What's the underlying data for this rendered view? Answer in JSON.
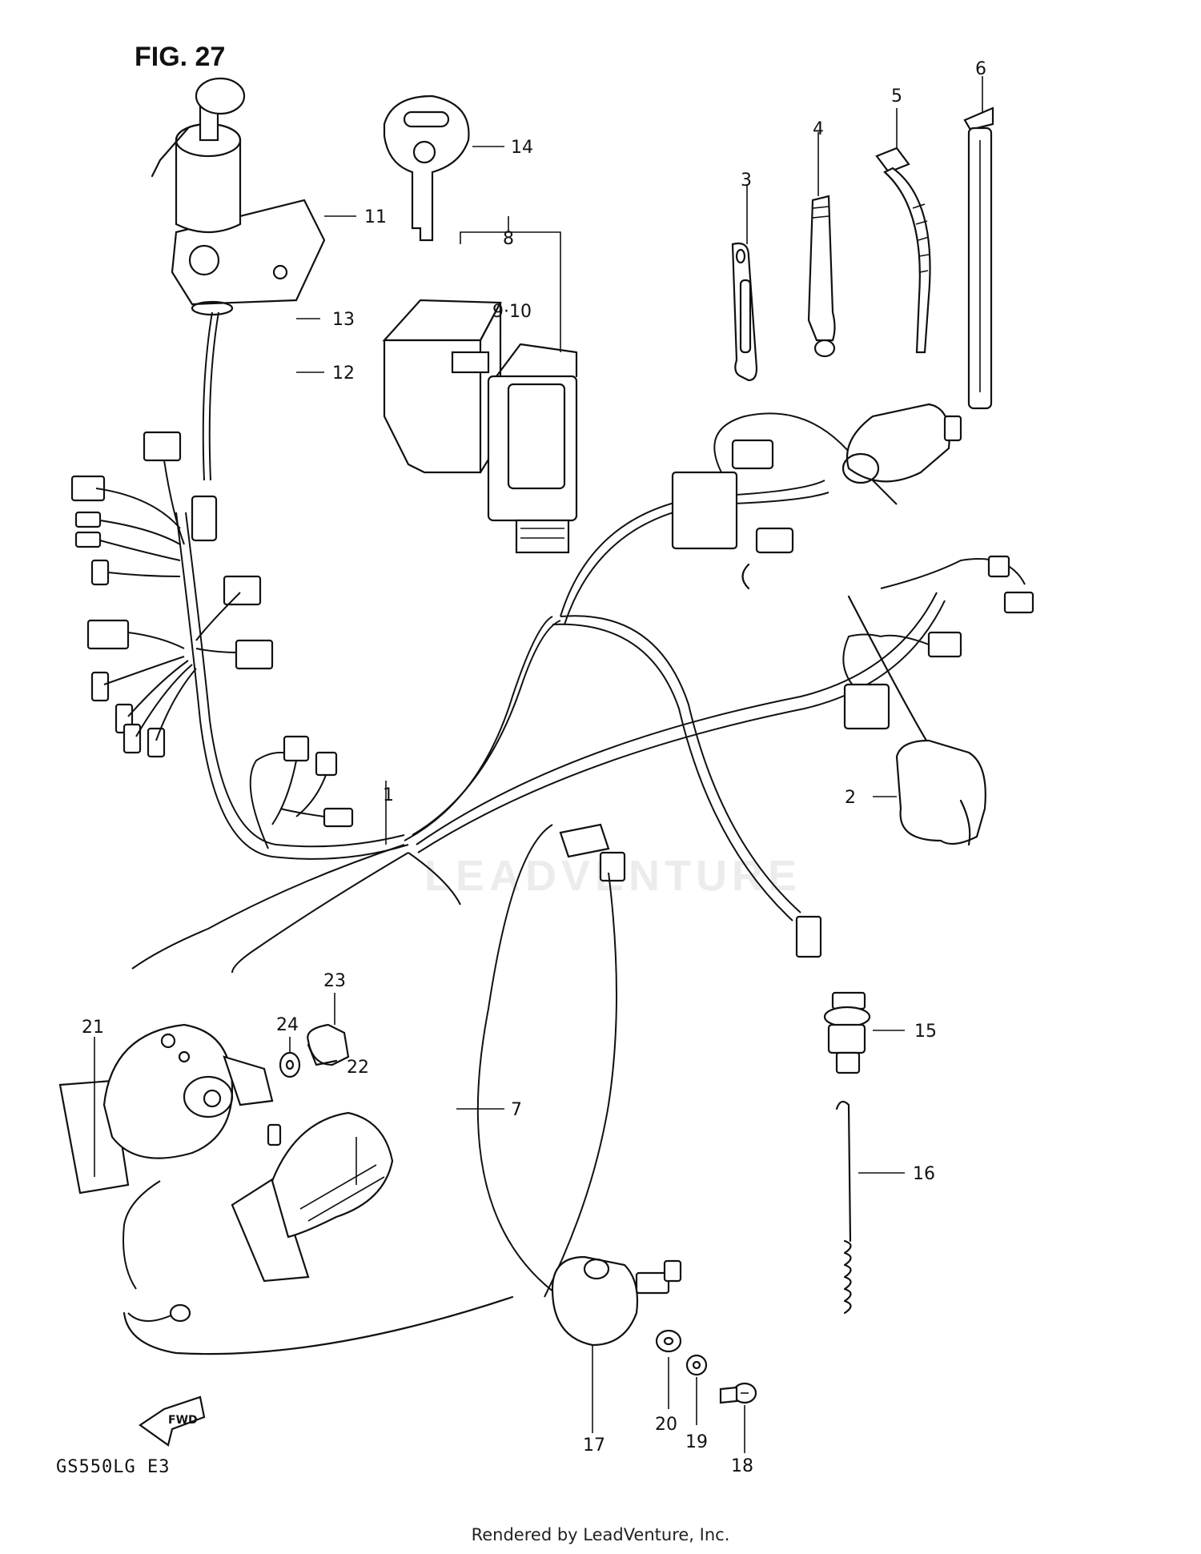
{
  "figure": {
    "title": "FIG. 27",
    "model": "GS550LG  E3",
    "credit": "Rendered by LeadVenture, Inc.",
    "watermark": "LEADVENTURE",
    "fwd_label": "FWD"
  },
  "callouts": {
    "c1": "1",
    "c2": "2",
    "c3": "3",
    "c4": "4",
    "c5": "5",
    "c6": "6",
    "c7": "7",
    "c8": "8",
    "c9_10": "9·10",
    "c11": "11",
    "c12": "12",
    "c13": "13",
    "c14": "14",
    "c15": "15",
    "c16": "16",
    "c17": "17",
    "c18": "18",
    "c19": "19",
    "c20": "20",
    "c21": "21",
    "c22": "22",
    "c23": "23",
    "c24": "24"
  },
  "colors": {
    "ink": "#111111",
    "background": "#ffffff",
    "watermark": "#ececec"
  }
}
